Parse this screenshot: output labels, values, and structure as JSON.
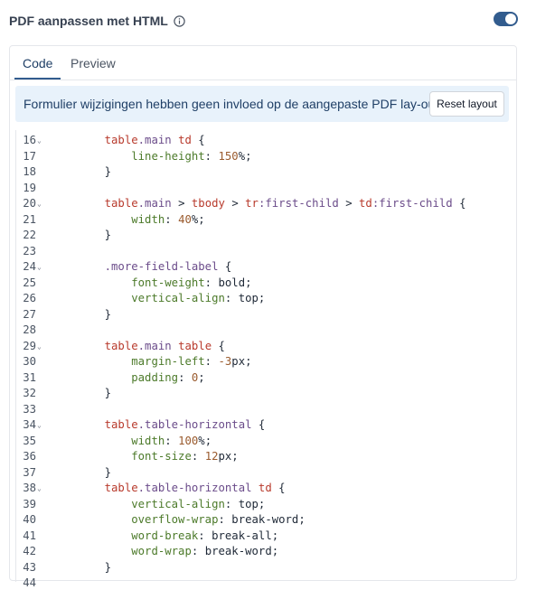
{
  "header": {
    "title": "PDF aanpassen met HTML",
    "info_icon": "info-icon",
    "toggle_on": true,
    "toggle_color": "#325c8e"
  },
  "tabs": [
    {
      "label": "Code",
      "active": true
    },
    {
      "label": "Preview",
      "active": false
    }
  ],
  "notice": {
    "text": "Formulier wijzigingen hebben geen invloed op de aangepaste PDF lay-out.",
    "button_label": "Reset layout"
  },
  "code": {
    "lines": [
      {
        "n": "16",
        "fold": true,
        "tokens": [
          [
            "    ",
            ""
          ],
          [
            "table",
            "sel"
          ],
          [
            ".main ",
            "class"
          ],
          [
            "td",
            "sel"
          ],
          [
            " {",
            "pun"
          ]
        ]
      },
      {
        "n": "17",
        "fold": false,
        "tokens": [
          [
            "        ",
            ""
          ],
          [
            "line-height",
            "prop"
          ],
          [
            ": ",
            "pun"
          ],
          [
            "150",
            "num"
          ],
          [
            "%;",
            "pun"
          ]
        ]
      },
      {
        "n": "18",
        "fold": false,
        "tokens": [
          [
            "    }",
            "pun"
          ]
        ]
      },
      {
        "n": "19",
        "fold": false,
        "tokens": []
      },
      {
        "n": "20",
        "fold": true,
        "tokens": [
          [
            "    ",
            ""
          ],
          [
            "table",
            "sel"
          ],
          [
            ".main ",
            "class"
          ],
          [
            "> ",
            "pun"
          ],
          [
            "tbody",
            "sel"
          ],
          [
            " > ",
            "pun"
          ],
          [
            "tr",
            "sel"
          ],
          [
            ":first-child",
            "class"
          ],
          [
            " > ",
            "pun"
          ],
          [
            "td",
            "sel"
          ],
          [
            ":first-child",
            "class"
          ],
          [
            " {",
            "pun"
          ]
        ]
      },
      {
        "n": "21",
        "fold": false,
        "tokens": [
          [
            "        ",
            ""
          ],
          [
            "width",
            "prop"
          ],
          [
            ": ",
            "pun"
          ],
          [
            "40",
            "num"
          ],
          [
            "%;",
            "pun"
          ]
        ]
      },
      {
        "n": "22",
        "fold": false,
        "tokens": [
          [
            "    }",
            "pun"
          ]
        ]
      },
      {
        "n": "23",
        "fold": false,
        "tokens": []
      },
      {
        "n": "24",
        "fold": true,
        "tokens": [
          [
            "    ",
            ""
          ],
          [
            ".more-field-label",
            "class"
          ],
          [
            " {",
            "pun"
          ]
        ]
      },
      {
        "n": "25",
        "fold": false,
        "tokens": [
          [
            "        ",
            ""
          ],
          [
            "font-weight",
            "prop"
          ],
          [
            ": ",
            "pun"
          ],
          [
            "bold",
            "val"
          ],
          [
            ";",
            "pun"
          ]
        ]
      },
      {
        "n": "26",
        "fold": false,
        "tokens": [
          [
            "        ",
            ""
          ],
          [
            "vertical-align",
            "prop"
          ],
          [
            ": ",
            "pun"
          ],
          [
            "top",
            "val"
          ],
          [
            ";",
            "pun"
          ]
        ]
      },
      {
        "n": "27",
        "fold": false,
        "tokens": [
          [
            "    }",
            "pun"
          ]
        ]
      },
      {
        "n": "28",
        "fold": false,
        "tokens": []
      },
      {
        "n": "29",
        "fold": true,
        "tokens": [
          [
            "    ",
            ""
          ],
          [
            "table",
            "sel"
          ],
          [
            ".main ",
            "class"
          ],
          [
            "table",
            "sel"
          ],
          [
            " {",
            "pun"
          ]
        ]
      },
      {
        "n": "30",
        "fold": false,
        "tokens": [
          [
            "        ",
            ""
          ],
          [
            "margin-left",
            "prop"
          ],
          [
            ": ",
            "pun"
          ],
          [
            "-3",
            "num"
          ],
          [
            "px;",
            "pun"
          ]
        ]
      },
      {
        "n": "31",
        "fold": false,
        "tokens": [
          [
            "        ",
            ""
          ],
          [
            "padding",
            "prop"
          ],
          [
            ": ",
            "pun"
          ],
          [
            "0",
            "num"
          ],
          [
            ";",
            "pun"
          ]
        ]
      },
      {
        "n": "32",
        "fold": false,
        "tokens": [
          [
            "    }",
            "pun"
          ]
        ]
      },
      {
        "n": "33",
        "fold": false,
        "tokens": []
      },
      {
        "n": "34",
        "fold": true,
        "tokens": [
          [
            "    ",
            ""
          ],
          [
            "table",
            "sel"
          ],
          [
            ".table-horizontal",
            "class"
          ],
          [
            " {",
            "pun"
          ]
        ]
      },
      {
        "n": "35",
        "fold": false,
        "tokens": [
          [
            "        ",
            ""
          ],
          [
            "width",
            "prop"
          ],
          [
            ": ",
            "pun"
          ],
          [
            "100",
            "num"
          ],
          [
            "%;",
            "pun"
          ]
        ]
      },
      {
        "n": "36",
        "fold": false,
        "tokens": [
          [
            "        ",
            ""
          ],
          [
            "font-size",
            "prop"
          ],
          [
            ": ",
            "pun"
          ],
          [
            "12",
            "num"
          ],
          [
            "px;",
            "pun"
          ]
        ]
      },
      {
        "n": "37",
        "fold": false,
        "tokens": [
          [
            "    }",
            "pun"
          ]
        ]
      },
      {
        "n": "38",
        "fold": true,
        "tokens": [
          [
            "    ",
            ""
          ],
          [
            "table",
            "sel"
          ],
          [
            ".table-horizontal ",
            "class"
          ],
          [
            "td",
            "sel"
          ],
          [
            " {",
            "pun"
          ]
        ]
      },
      {
        "n": "39",
        "fold": false,
        "tokens": [
          [
            "        ",
            ""
          ],
          [
            "vertical-align",
            "prop"
          ],
          [
            ": ",
            "pun"
          ],
          [
            "top",
            "val"
          ],
          [
            ";",
            "pun"
          ]
        ]
      },
      {
        "n": "40",
        "fold": false,
        "tokens": [
          [
            "        ",
            ""
          ],
          [
            "overflow-wrap",
            "prop"
          ],
          [
            ": ",
            "pun"
          ],
          [
            "break-word",
            "val"
          ],
          [
            ";",
            "pun"
          ]
        ]
      },
      {
        "n": "41",
        "fold": false,
        "tokens": [
          [
            "        ",
            ""
          ],
          [
            "word-break",
            "prop"
          ],
          [
            ": ",
            "pun"
          ],
          [
            "break-all",
            "val"
          ],
          [
            ";",
            "pun"
          ]
        ]
      },
      {
        "n": "42",
        "fold": false,
        "tokens": [
          [
            "        ",
            ""
          ],
          [
            "word-wrap",
            "prop"
          ],
          [
            ": ",
            "pun"
          ],
          [
            "break-word",
            "val"
          ],
          [
            ";",
            "pun"
          ]
        ]
      },
      {
        "n": "43",
        "fold": false,
        "tokens": [
          [
            "    }",
            "pun"
          ]
        ]
      },
      {
        "n": "44",
        "fold": false,
        "tokens": []
      }
    ]
  }
}
